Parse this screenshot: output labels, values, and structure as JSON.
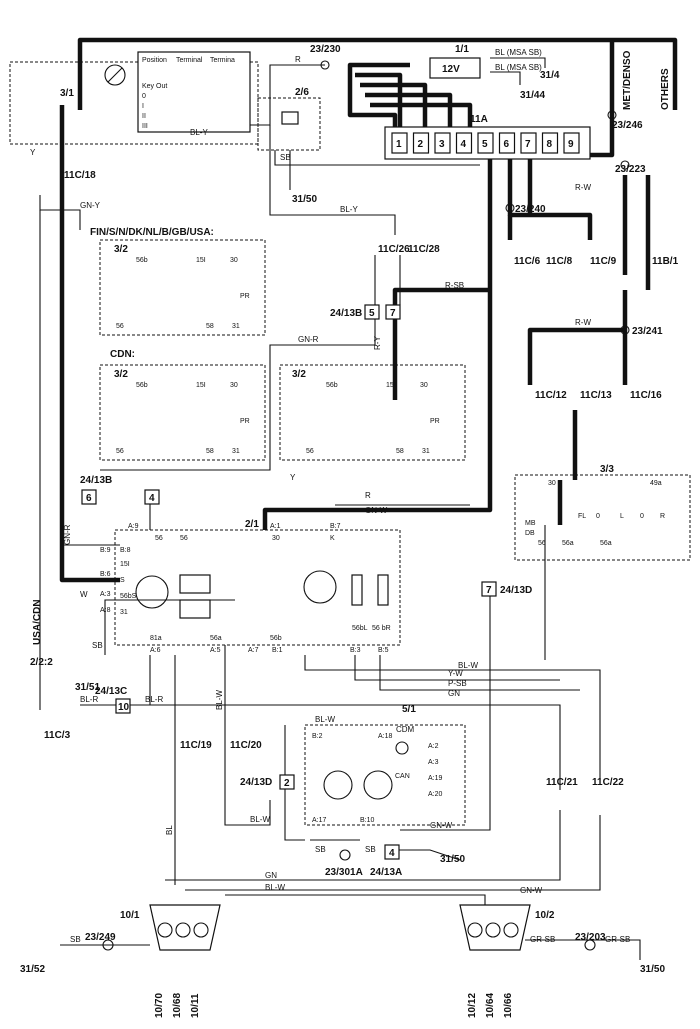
{
  "components": {
    "ign": "3/1",
    "relay": "2/6",
    "batt": "1/1",
    "batt_v": "12V",
    "fuse": "11A",
    "ctrl": "2/1",
    "cdm": "5/1",
    "sw_a": "3/2",
    "sw_b": "3/2",
    "sw_c": "3/2",
    "light_sw": "3/3",
    "lamp_l": "10/1",
    "lamp_r": "10/2"
  },
  "titles": {
    "region_a": "FIN/S/N/DK/NL/B/GB/USA:",
    "region_b": "CDN:",
    "usa_cdn": "USA/CDN"
  },
  "grounds": {
    "g1": "31/4",
    "g2": "31/44",
    "g3": "31/50",
    "g4": "31/51",
    "g5": "31/50",
    "g6": "31/52",
    "g7": "31/50"
  },
  "splices": {
    "s1": "23/230",
    "s2": "23/246",
    "s3": "23/223",
    "s4": "23/240",
    "s5": "23/241",
    "s6": "23/301A",
    "s7": "23/249",
    "s8": "23/203"
  },
  "connectors": {
    "c1": "11C/18",
    "c2": "11C/26",
    "c3": "11C/28",
    "c4": "11C/6",
    "c5": "11C/8",
    "c6": "11C/9",
    "c7": "11B/1",
    "c8": "11C/12",
    "c9": "11C/13",
    "c10": "11C/16",
    "c11": "11C/3",
    "c12": "11C/19",
    "c13": "11C/20",
    "c14": "11C/21",
    "c15": "11C/22",
    "p1": "24/13B",
    "p2": "24/13B",
    "p3": "24/13D",
    "p4": "24/13C",
    "p5": "24/13D",
    "p6": "24/13A",
    "pin_5": "5",
    "pin_7": "7",
    "pin_6": "6",
    "pin_4": "4",
    "pin_7b": "7",
    "pin_10": "10",
    "pin_2": "2",
    "pin_4b": "4",
    "t_222": "2/2:2"
  },
  "fuse_numbers": [
    "1",
    "2",
    "3",
    "4",
    "5",
    "6",
    "7",
    "8",
    "9"
  ],
  "wire_labels": {
    "r1": "R",
    "bl_msa_1": "BL (MSA SB)",
    "bl_msa_2": "BL (MSA SB)",
    "met": "MET/DENSO",
    "others": "OTHERS",
    "bl_y1": "BL-Y",
    "bl_y2": "BL-Y",
    "y1": "Y",
    "gn_y": "GN-Y",
    "sb1": "SB",
    "rw1": "R-W",
    "rw2": "R-W",
    "r_sb": "R-SB",
    "r_y": "R-Y",
    "gn_r1": "GN-R",
    "gn_r2": "GN-R",
    "y2": "Y",
    "r2": "R",
    "gn_w1": "GN-W",
    "w": "W",
    "sb2": "SB",
    "bl_w1": "BL-W",
    "y_w": "Y-W",
    "p_sb": "P-SB",
    "gn1": "GN",
    "bl_r1": "BL-R",
    "bl_r2": "BL-R",
    "bl_w2": "BL-W",
    "bl_w3": "BL-W",
    "bl_w4": "BL-W",
    "gn_w2": "GN-W",
    "sb3": "SB",
    "sb4": "SB",
    "bl": "BL",
    "gn2": "GN",
    "bl_w5": "BL-W",
    "gn_w3": "GN-W",
    "sb5": "SB",
    "gr_sb1": "GR-SB",
    "gr_sb2": "GR-SB"
  },
  "ign_table": {
    "headers": [
      "Position",
      "Terminal",
      "Termina"
    ],
    "rows": [
      "Key Out",
      "0",
      "I",
      "II",
      "III"
    ]
  },
  "ctrl_pins": [
    "A:9",
    "B:8",
    "B:9",
    "B:6",
    "A:3",
    "A:8",
    "A:6",
    "A:5",
    "A:7",
    "B:1",
    "B:3",
    "B:5",
    "A:1",
    "B:7"
  ],
  "ctrl_terms": [
    "56",
    "56",
    "15I",
    "S",
    "56bS",
    "31",
    "81a",
    "56a",
    "56b",
    "30",
    "K",
    "56bL",
    "56 bR"
  ],
  "cdm_pins": [
    "B:2",
    "A:18",
    "A:2",
    "A:3",
    "A:19",
    "A:20",
    "A:17",
    "B:10"
  ],
  "cdm_label": "CDM",
  "can_label": "CAN",
  "lamp_l_pins": [
    "10/70",
    "10/68",
    "10/11"
  ],
  "lamp_r_pins": [
    "10/12",
    "10/64",
    "10/66"
  ],
  "sw_terms": [
    "56b",
    "15I",
    "30",
    "56",
    "58",
    "31",
    "PR"
  ],
  "light_sw_terms": [
    "30",
    "49a",
    "MB",
    "DB",
    "FL",
    "0",
    "L",
    "0",
    "R",
    "56",
    "56a",
    "56a"
  ]
}
